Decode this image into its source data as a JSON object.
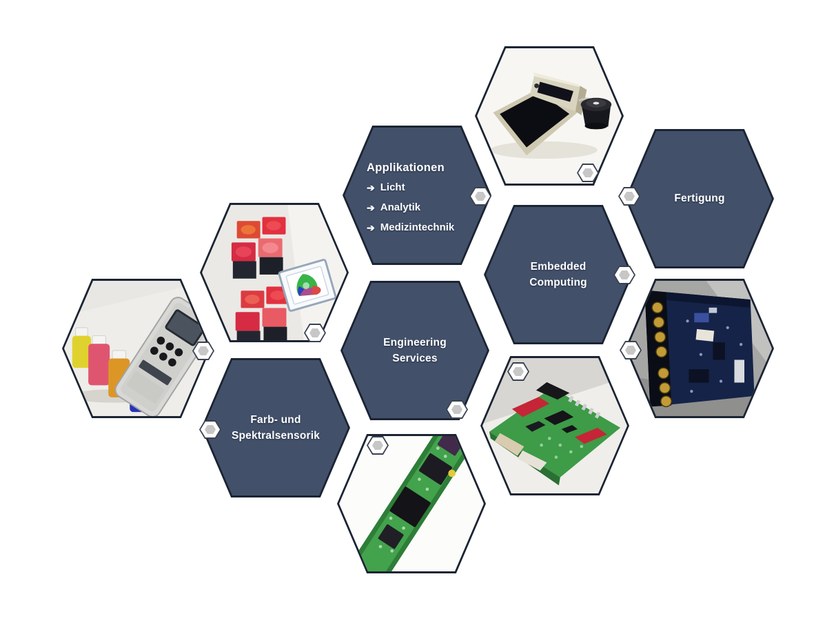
{
  "diagram": {
    "title_hidden": "",
    "hexagons": {
      "applikationen": {
        "title": "Applikationen",
        "items": [
          "Licht",
          "Analytik",
          "Medizintechnik"
        ]
      },
      "fertigung": {
        "label": "Fertigung"
      },
      "embedded_computing": {
        "label": "Embedded\nComputing"
      },
      "engineering_services": {
        "label": "Engineering\nServices"
      },
      "farb_spektralsensorik": {
        "label": "Farb- und\nSpektralsensorik"
      }
    },
    "icons": {
      "arrow": "➔"
    },
    "colors": {
      "background": "#FFFFFF",
      "hex_fill": "#42506A",
      "hex_border": "#1B2433",
      "photo_border": "#1A1A1A",
      "node_core": "#C7C7C7"
    }
  }
}
